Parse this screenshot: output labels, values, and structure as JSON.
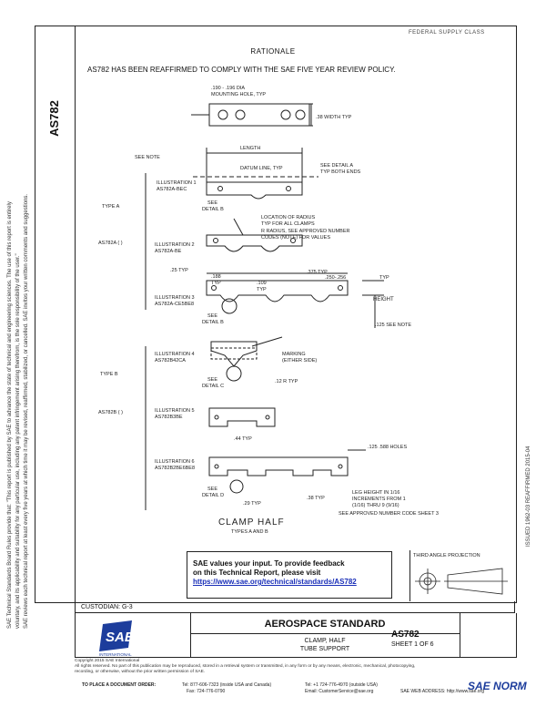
{
  "header": {
    "top_right_tag": "FEDERAL SUPPLY CLASS",
    "doc_number_side": "AS782",
    "issue_vertical": "ISSUED 1962-03   REAFFIRMED 2015-04",
    "side_note_1": "SAE Technical Standards Board Rules provide that: \"This report is published by SAE to advance the state of technical and engineering sciences. The use of this report is entirely",
    "side_note_2": "voluntary, and its applicability and suitability for any particular use, including any patent infringement arising therefrom, is the sole responsibility of the user.\"",
    "side_note_3": "SAE reviews each technical report at least every five years at which time it may be revised, reaffirmed, stabilized, or cancelled. SAE invites your written comments and suggestions."
  },
  "rationale": {
    "heading": "RATIONALE",
    "text": "AS782 HAS BEEN REAFFIRMED TO COMPLY WITH THE SAE FIVE YEAR REVIEW POLICY."
  },
  "drawing": {
    "labels": {
      "dia": ".190 - .196 DIA",
      "mount": "MOUNTING HOLE, TYP",
      "width": ".38 WIDTH TYP",
      "see_note": "SEE NOTE",
      "length": "LENGTH",
      "datum": "DATUM LINE, TYP",
      "see_detail_a": "SEE DETAIL A",
      "typ_ends": "TYP BOTH ENDS",
      "ill1": "ILLUSTRATION 1",
      "ill1b": "AS782A-BEC",
      "see_detail_b": "SEE",
      "detail_b": "DETAIL B",
      "type_a": "TYPE A",
      "loc_radius": "LOCATION OF RADIUS",
      "typ_all": "TYP FOR ALL CLAMPS",
      "r_radius": "R RADIUS, SEE APPROVED NUMBER",
      "codes": "CODES (NOTE) FOR VALUES",
      "as782a": "AS782A ( )",
      "ill2": "ILLUSTRATION 2",
      "ill2b": "AS782A-BE",
      "d25": ".25 TYP",
      "d188": ".188",
      "typ1": "TYP",
      "d109": ".109",
      "typ2": "TYP",
      "d375": ".375 TYP",
      "d250": ".250-.256",
      "typ3": "TYP",
      "ill3": "ILLUSTRATION 3",
      "ill3b": "AS782A-CE5BE8",
      "height": "HEIGHT",
      "see_b2": "SEE",
      "detail_b2": "DETAIL B",
      "d125": ".125 SEE NOTE",
      "marking": "MARKING",
      "either": "(EITHER SIDE)",
      "ill4": "ILLUSTRATION 4",
      "ill4b": "AS782B42CA",
      "see_c": "SEE",
      "detail_c": "DETAIL C",
      "r12": ".12 R TYP",
      "type_b": "TYPE B",
      "ill5": "ILLUSTRATION 5",
      "ill5b": "AS782B3BE",
      "as782b": "AS782B ( )",
      "d44": ".44 TYP",
      "d125b": ".125 .588 HOLES",
      "ill6": "ILLUSTRATION 6",
      "ill6b": "AS782B2BE6BE8",
      "see_d": "SEE",
      "detail_d": "DETAIL D",
      "d29": ".29 TYP",
      "d38": ".38 TYP",
      "leg1": "LEG HEIGHT IN 1/16",
      "leg2": "INCREMENTS FROM 1",
      "leg3": "(1/16) THRU 9 (9/16)",
      "leg4": "SEE APPROVED NUMBER CODE SHEET 3",
      "clamp_half": "CLAMP HALF",
      "types": "TYPES A AND B"
    }
  },
  "feedback": {
    "line1": "SAE values your input. To provide feedback",
    "line2": "on this Technical Report, please visit",
    "link": "https://www.sae.org/technical/standards/AS782"
  },
  "projection": {
    "title": "THIRD ANGLE PROJECTION"
  },
  "title_block": {
    "custodian": "CUSTODIAN: G-3",
    "logo_text": "SAE",
    "logo_sub": "INTERNATIONAL",
    "standard": "AEROSPACE STANDARD",
    "title1": "CLAMP, HALF",
    "title2": "TUBE SUPPORT",
    "doc_number": "AS782",
    "sheet": "SHEET 1 OF 6"
  },
  "footer": {
    "copyright": "Copyright 2015 SAE International",
    "rights1": "All rights reserved. No part of this publication may be reproduced, stored in a retrieval system or transmitted, in any form or by any means, electronic, mechanical, photocopying,",
    "rights2": "recording, or otherwise, without the prior written permission of SAE.",
    "order": "TO PLACE A DOCUMENT ORDER:",
    "tel1": "Tel: 877-606-7323 (inside USA and Canada)",
    "tel2": "Tel: +1 724-776-4970 (outside USA)",
    "fax": "Fax: 724-776-0790",
    "email": "Email: CustomerService@sae.org",
    "web": "SAE WEB ADDRESS: http://www.sae.org",
    "brand": "SAE NORM"
  },
  "colors": {
    "link": "#1a2fb8",
    "brand": "#1d3d9c",
    "ink": "#222222"
  }
}
